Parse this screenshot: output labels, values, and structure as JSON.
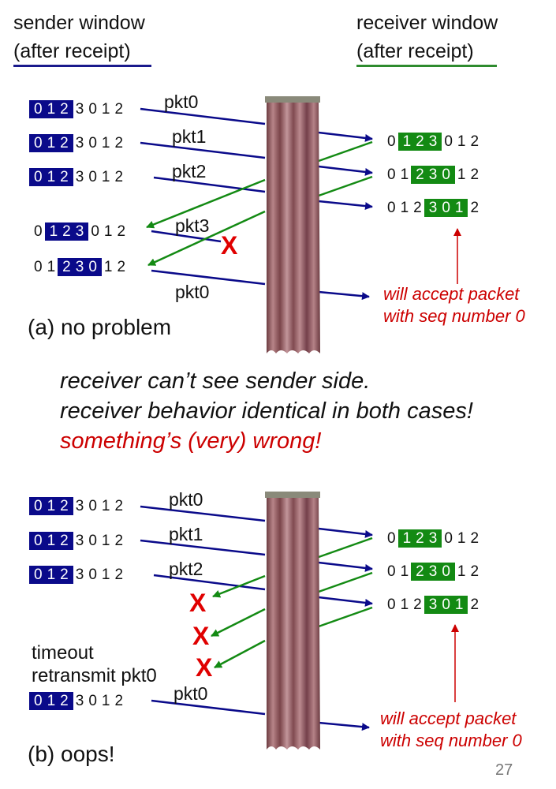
{
  "header": {
    "sender_title": "sender window",
    "sender_sub": "(after receipt)",
    "receiver_title": "receiver window",
    "receiver_sub": "(after receipt)"
  },
  "sequence_digits": [
    "0",
    "1",
    "2",
    "3",
    "0",
    "1",
    "2"
  ],
  "packets": {
    "pkt0": "pkt0",
    "pkt1": "pkt1",
    "pkt2": "pkt2",
    "pkt3": "pkt3"
  },
  "scenario_a": {
    "caption": "(a) no problem",
    "note_line1": "will accept packet",
    "note_line2": "with seq number 0"
  },
  "middle": {
    "line1": "receiver can’t see sender side.",
    "line2": "receiver behavior identical in both cases!",
    "line3": "something’s (very) wrong!"
  },
  "scenario_b": {
    "caption": "(b) oops!",
    "timeout_line1": "timeout",
    "timeout_line2": "retransmit pkt0",
    "note_line1": "will accept packet",
    "note_line2": "with seq number 0"
  },
  "loss_mark": "X",
  "page_number": "27",
  "colors": {
    "sender_blue": "#0a0a8a",
    "receiver_green": "#138a13",
    "alert_red": "#cc0000",
    "curtain": "#9c6a6e"
  }
}
